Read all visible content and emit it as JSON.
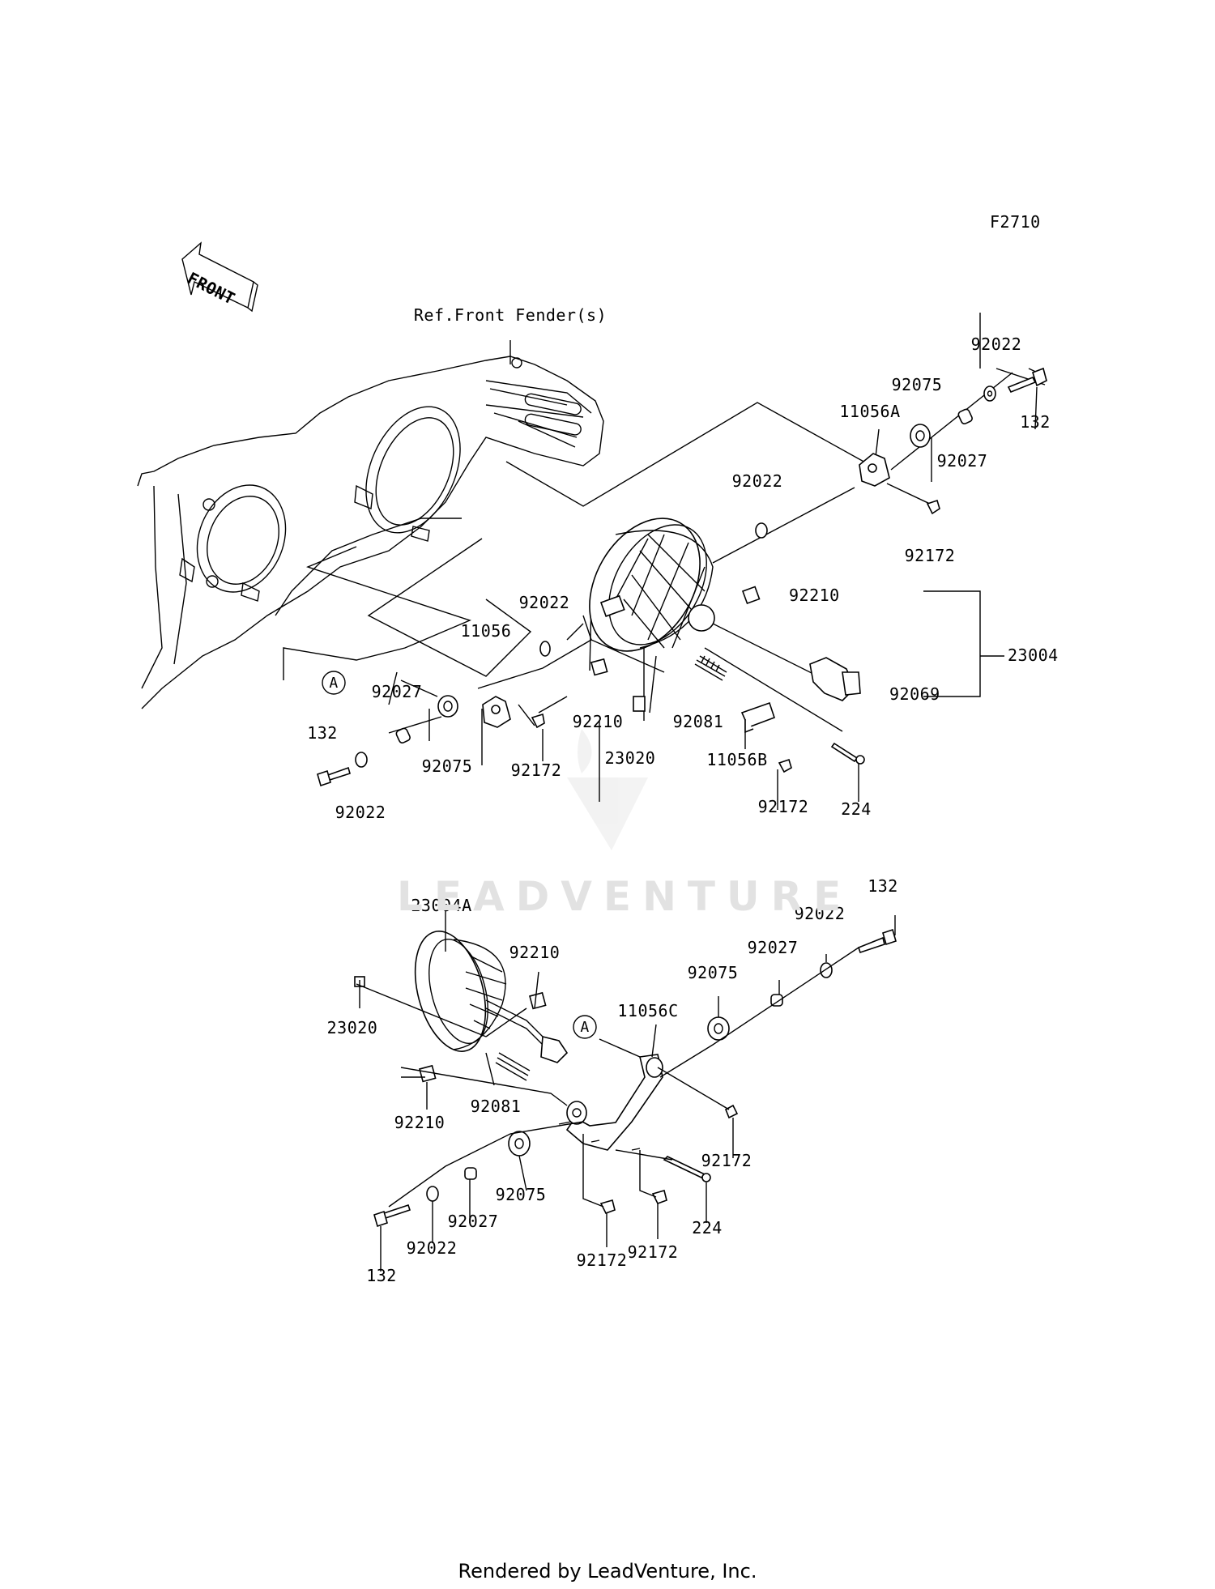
{
  "diagram": {
    "code": "F2710",
    "front_label": "FRONT",
    "reference": "Ref.Front Fender(s)",
    "callout_letter": "A",
    "watermark": "LEADVENTURE",
    "footer": "Rendered by LeadVenture, Inc."
  },
  "parts": [
    "92022",
    "92075",
    "11056A",
    "132",
    "92027",
    "92022",
    "92172",
    "92210",
    "23004",
    "92022",
    "11056",
    "92069",
    "92027",
    "132",
    "92075",
    "92210",
    "92172",
    "23020",
    "92081",
    "11056B",
    "92172",
    "224",
    "92022",
    "132",
    "23004A",
    "92022",
    "92210",
    "92027",
    "92075",
    "11056C",
    "23020",
    "92210",
    "92081",
    "92172",
    "92075",
    "224",
    "92027",
    "92022",
    "92172",
    "92172",
    "132"
  ]
}
